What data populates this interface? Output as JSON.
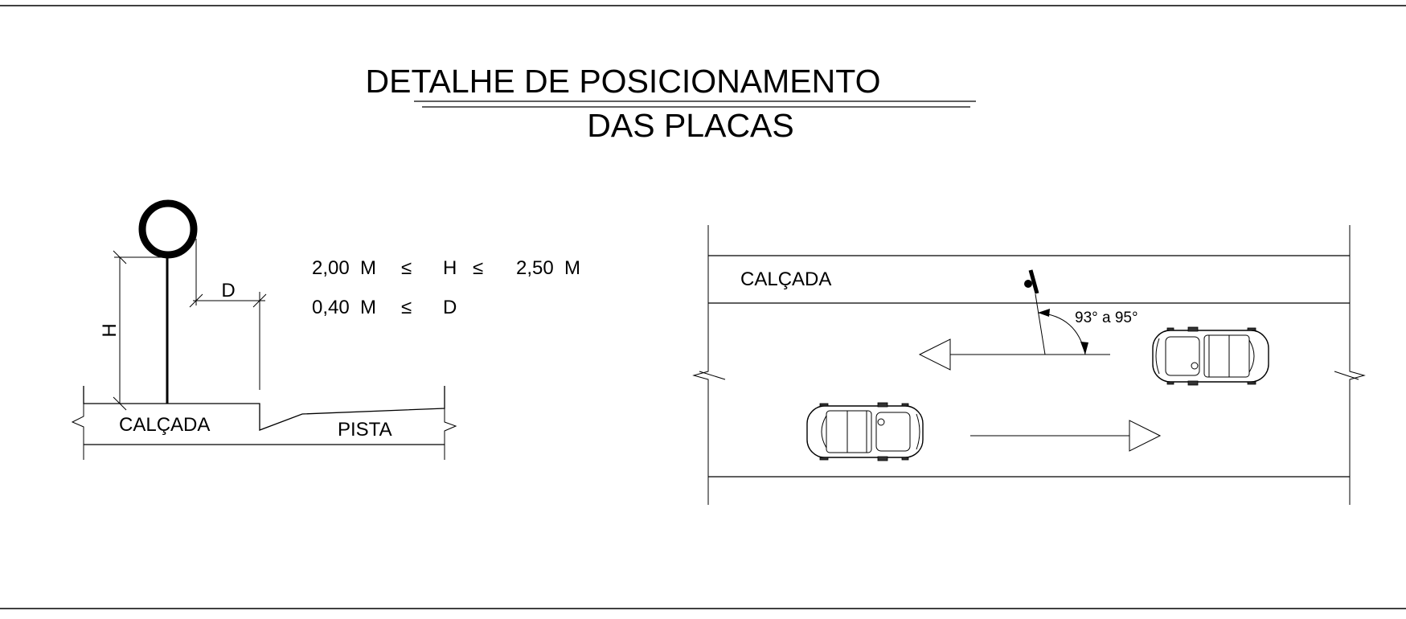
{
  "title": {
    "line1": "DETALHE DE POSICIONAMENTO",
    "line2": "DAS PLACAS"
  },
  "section": {
    "label_h": "H",
    "label_d": "D",
    "label_calcada": "CALÇADA",
    "label_pista": "PISTA",
    "rule_1": {
      "left": "2,00  M",
      "sym1": "≤",
      "var": "H",
      "sym2": "≤",
      "right": "2,50  M"
    },
    "rule_2": {
      "left": "0,40  M",
      "sym1": "≤",
      "var": "D"
    }
  },
  "plan": {
    "label_calcada": "CALÇADA",
    "angle_label": "93° a 95°"
  },
  "colors": {
    "line": "#000000",
    "background": "#ffffff"
  }
}
